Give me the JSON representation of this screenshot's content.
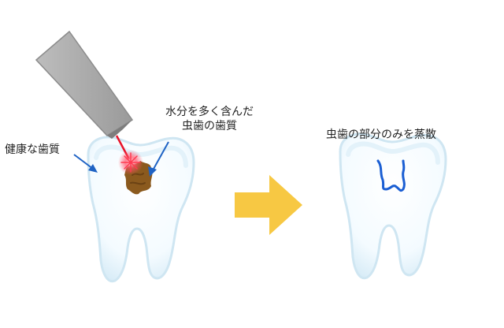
{
  "labels": {
    "healthy_enamel": "健康な歯質",
    "decay_line1": "水分を多く含んだ",
    "decay_line2": "虫歯の歯質",
    "result": "虫歯の部分のみを蒸散"
  },
  "colors": {
    "arrow_big": "#f7c843",
    "pointer_arrow": "#1f63c4",
    "laser_beam": "#e8142a",
    "decay": "#8b5a1e",
    "cavity_outline": "#1a5ed3",
    "tooth_edge": "#cfe6f2",
    "laser_body": "#a9a9a9"
  }
}
